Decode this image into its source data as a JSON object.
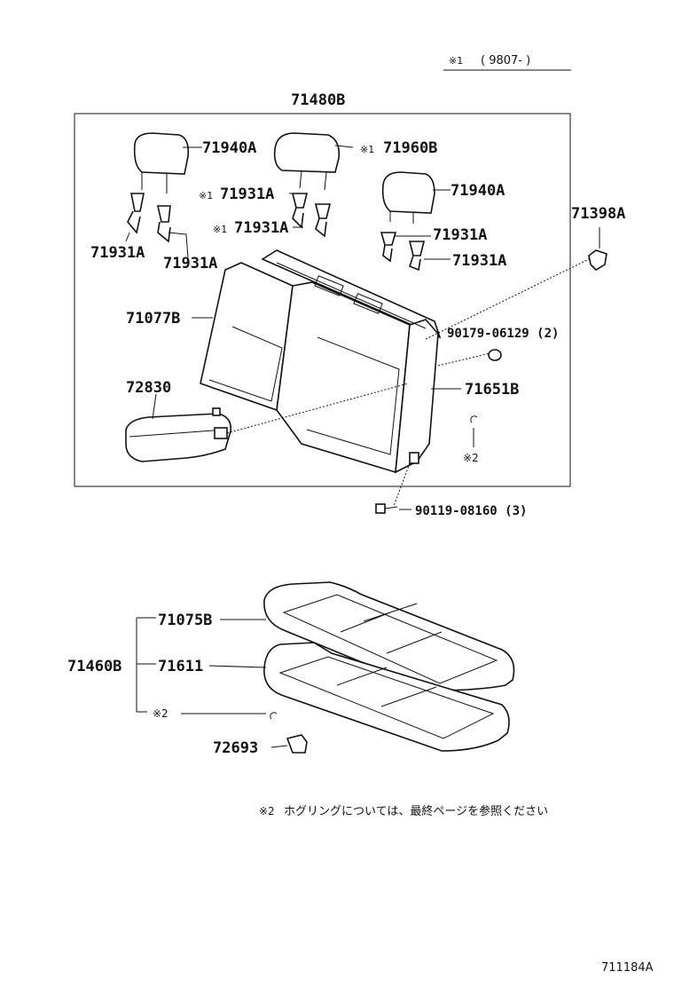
{
  "note_top": {
    "mark": "※1",
    "text": "( 9807-        )"
  },
  "group_upper": {
    "label": "71480B"
  },
  "labels": {
    "headrest_left": "71940A",
    "headrest_center_mark": "※1",
    "headrest_center": "71960B",
    "headrest_right": "71940A",
    "support_c1_mark": "※1",
    "support_c1": "71931A",
    "support_c2_mark": "※1",
    "support_c2": "71931A",
    "support_l1": "71931A",
    "support_l2": "71931A",
    "support_r1": "71931A",
    "support_r2": "71931A",
    "clip": "71398A",
    "back_cover": "71077B",
    "nut": "90179-06129 (2)",
    "armrest": "72830",
    "back_pad": "71651B",
    "hogring_mark": "※2",
    "bolt": "90119-08160 (3)",
    "cushion_cover": "71075B",
    "cushion_assy": "71460B",
    "cushion_pad": "71611",
    "cushion_hogring_mark": "※2",
    "hinge_cover": "72693"
  },
  "footnote": {
    "mark": "※2",
    "text": "ホグリングについては、最終ページを参照ください"
  },
  "diagram_code": "711184A"
}
